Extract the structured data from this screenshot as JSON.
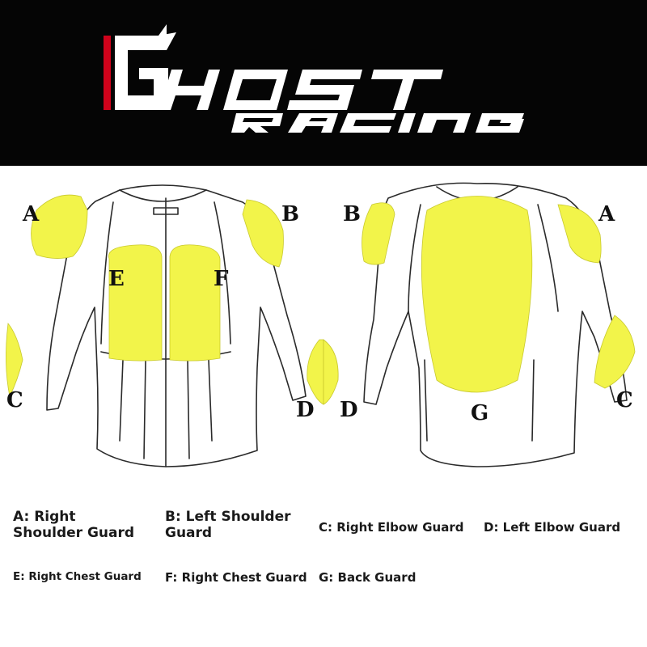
{
  "logo": {
    "brand_text": "GHOST RACING",
    "accent_color": "#d0021b"
  },
  "colors": {
    "pad_fill": "#f2f44a",
    "outline": "#2a2a2a",
    "background": "#ffffff",
    "banner": "#050505"
  },
  "diagram": {
    "front_labels": {
      "a": "A",
      "b": "B",
      "c": "C",
      "d": "D",
      "e": "E",
      "f": "F"
    },
    "back_labels": {
      "b": "B",
      "a": "A",
      "d": "D",
      "c": "C",
      "g": "G"
    }
  },
  "legend": {
    "a_line1": "A: Right",
    "a_line2": "Shoulder Guard",
    "b_line1": "B: Left Shoulder",
    "b_line2": "Guard",
    "c": "C: Right Elbow Guard",
    "d": "D: Left Elbow Guard",
    "e": "E: Right Chest Guard",
    "f": "F: Right Chest Guard",
    "g": "G: Back Guard"
  }
}
